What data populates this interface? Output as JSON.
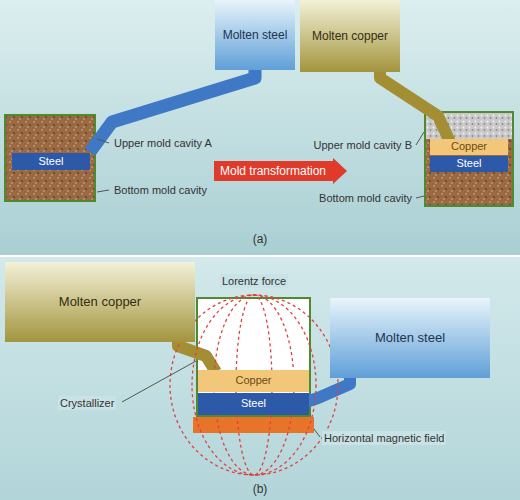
{
  "diagram": {
    "nodes": [
      {
        "text": [
          "Molten steel"
        ]
      },
      {
        "text": [
          "Molten copper"
        ]
      },
      {
        "text": [
          "Steel"
        ]
      },
      {
        "text": [
          "Mold transformation"
        ]
      },
      {
        "text": [
          "Copper"
        ]
      },
      {
        "text": [
          "Steel"
        ]
      },
      {
        "text": [
          "Molten copper"
        ]
      },
      {
        "text": [
          "Molten steel"
        ]
      },
      {
        "text": [
          "Copper"
        ]
      },
      {
        "text": [
          "Steel"
        ]
      }
    ],
    "labels": [
      "Upper mold cavity A",
      "Bottom mold cavity",
      "Upper mold cavity B",
      "Bottom mold cavity",
      "(a)",
      "Lorentz force",
      "Crystallizer",
      "Horizontal magnetic field",
      "(b)"
    ]
  }
}
